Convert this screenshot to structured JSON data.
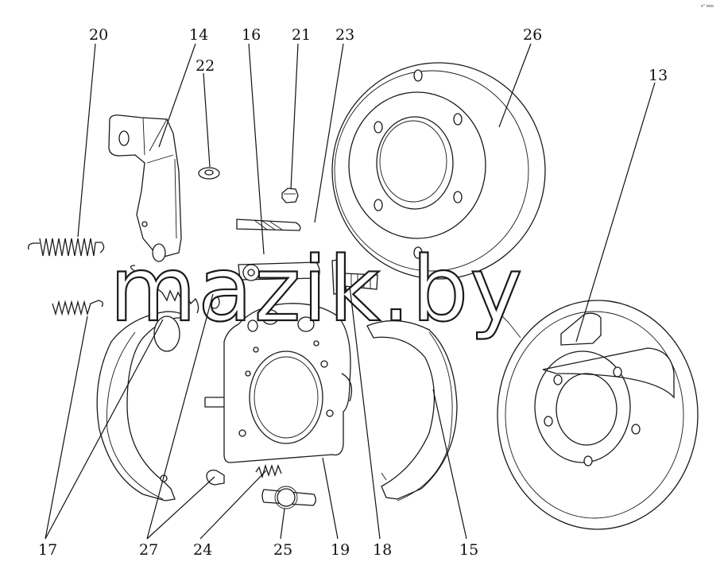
{
  "watermark": "mazik.by",
  "corner_mark": "s° ooo",
  "callouts": {
    "c20": "20",
    "c14": "14",
    "c22": "22",
    "c16": "16",
    "c21": "21",
    "c23": "23",
    "c26": "26",
    "c13": "13",
    "c17": "17",
    "c27": "27",
    "c24": "24",
    "c25": "25",
    "c19": "19",
    "c18": "18",
    "c15": "15"
  }
}
